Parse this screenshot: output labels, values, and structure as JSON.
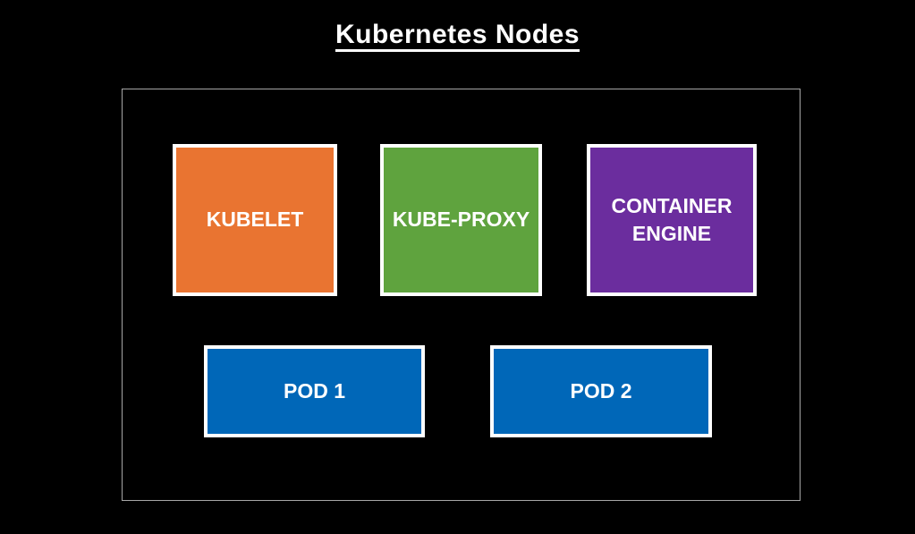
{
  "title": "Kubernetes Nodes",
  "colors": {
    "background": "#000000",
    "frame_border": "#a6a6a6",
    "box_border": "#ffffff",
    "text": "#ffffff",
    "kubelet": "#e97431",
    "kube_proxy": "#5fa33e",
    "container_engine": "#6b2d9e",
    "pod": "#0067b8"
  },
  "node": {
    "components": [
      {
        "id": "kubelet",
        "label": "KUBELET",
        "color": "#e97431"
      },
      {
        "id": "kube-proxy",
        "label": "KUBE-PROXY",
        "color": "#5fa33e"
      },
      {
        "id": "container-engine",
        "label": "CONTAINER ENGINE",
        "color": "#6b2d9e"
      }
    ],
    "pods": [
      {
        "id": "pod-1",
        "label": "POD 1",
        "color": "#0067b8"
      },
      {
        "id": "pod-2",
        "label": "POD 2",
        "color": "#0067b8"
      }
    ]
  }
}
